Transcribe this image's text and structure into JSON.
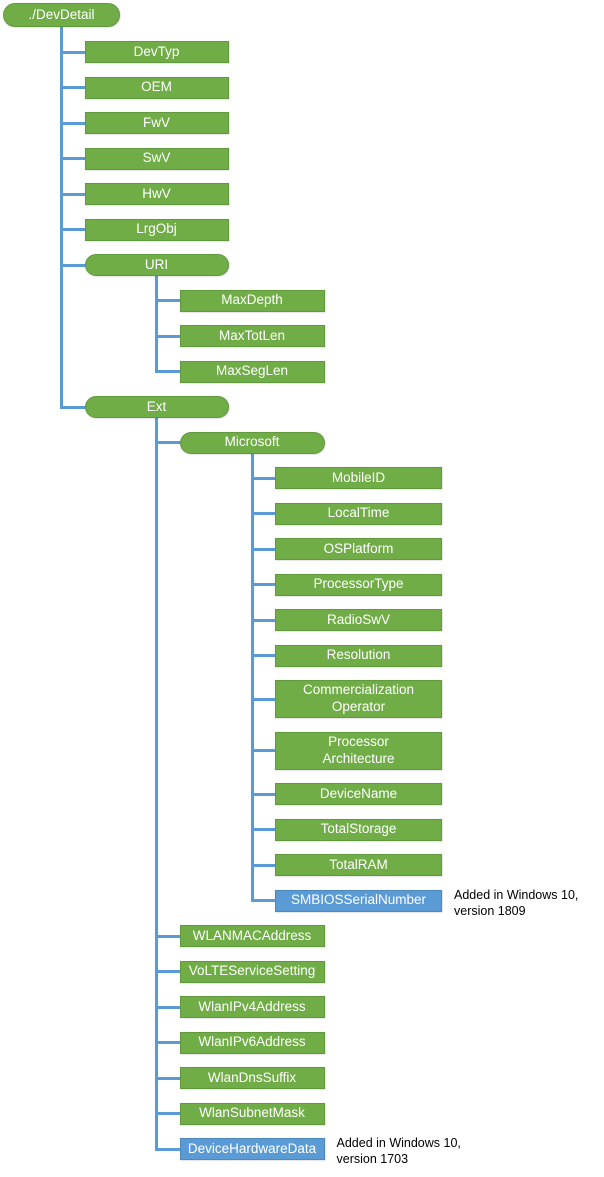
{
  "diagram": {
    "colors": {
      "green": "#70AD47",
      "blue": "#5B9BD5",
      "line": "#5B9BD5",
      "annotation_text": "#000000"
    },
    "tree": {
      "label": "./DevDetail",
      "shape": "pill",
      "color": "green",
      "children": [
        {
          "label": "DevTyp",
          "shape": "rect",
          "color": "green"
        },
        {
          "label": "OEM",
          "shape": "rect",
          "color": "green"
        },
        {
          "label": "FwV",
          "shape": "rect",
          "color": "green"
        },
        {
          "label": "SwV",
          "shape": "rect",
          "color": "green"
        },
        {
          "label": "HwV",
          "shape": "rect",
          "color": "green"
        },
        {
          "label": "LrgObj",
          "shape": "rect",
          "color": "green"
        },
        {
          "label": "URI",
          "shape": "pill",
          "color": "green",
          "children": [
            {
              "label": "MaxDepth",
              "shape": "rect",
              "color": "green"
            },
            {
              "label": "MaxTotLen",
              "shape": "rect",
              "color": "green"
            },
            {
              "label": "MaxSegLen",
              "shape": "rect",
              "color": "green"
            }
          ]
        },
        {
          "label": "Ext",
          "shape": "pill",
          "color": "green",
          "children": [
            {
              "label": "Microsoft",
              "shape": "pill",
              "color": "green",
              "children": [
                {
                  "label": "MobileID",
                  "shape": "rect",
                  "color": "green"
                },
                {
                  "label": "LocalTime",
                  "shape": "rect",
                  "color": "green"
                },
                {
                  "label": "OSPlatform",
                  "shape": "rect",
                  "color": "green"
                },
                {
                  "label": "ProcessorType",
                  "shape": "rect",
                  "color": "green"
                },
                {
                  "label": "RadioSwV",
                  "shape": "rect",
                  "color": "green"
                },
                {
                  "label": "Resolution",
                  "shape": "rect",
                  "color": "green"
                },
                {
                  "label": "Commercialization\nOperator",
                  "shape": "rect",
                  "color": "green"
                },
                {
                  "label": "Processor\nArchitecture",
                  "shape": "rect",
                  "color": "green"
                },
                {
                  "label": "DeviceName",
                  "shape": "rect",
                  "color": "green"
                },
                {
                  "label": "TotalStorage",
                  "shape": "rect",
                  "color": "green"
                },
                {
                  "label": "TotalRAM",
                  "shape": "rect",
                  "color": "green"
                },
                {
                  "label": "SMBIOSSerialNumber",
                  "shape": "rect",
                  "color": "blue",
                  "annotation": "Added in Windows 10,\nversion 1809"
                }
              ]
            },
            {
              "label": "WLANMACAddress",
              "shape": "rect",
              "color": "green"
            },
            {
              "label": "VoLTEServiceSetting",
              "shape": "rect",
              "color": "green"
            },
            {
              "label": "WlanIPv4Address",
              "shape": "rect",
              "color": "green"
            },
            {
              "label": "WlanIPv6Address",
              "shape": "rect",
              "color": "green"
            },
            {
              "label": "WlanDnsSuffix",
              "shape": "rect",
              "color": "green"
            },
            {
              "label": "WlanSubnetMask",
              "shape": "rect",
              "color": "green"
            },
            {
              "label": "DeviceHardwareData",
              "shape": "rect",
              "color": "blue",
              "annotation": "Added in Windows 10,\nversion 1703"
            }
          ]
        }
      ]
    }
  }
}
